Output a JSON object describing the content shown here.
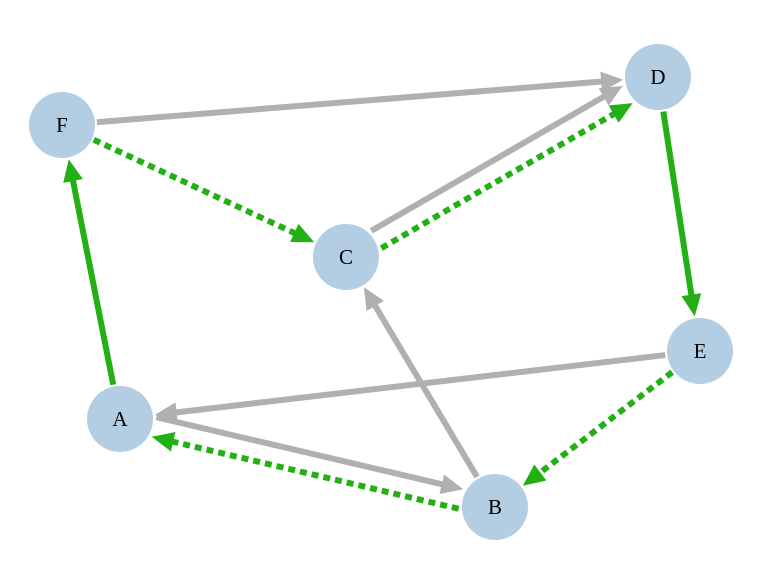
{
  "colors": {
    "node_fill": "#b3cde3",
    "edge_gray": "#b0b0b0",
    "edge_green": "#22b014"
  },
  "nodes": [
    {
      "id": "A",
      "label": "A"
    },
    {
      "id": "B",
      "label": "B"
    },
    {
      "id": "C",
      "label": "C"
    },
    {
      "id": "D",
      "label": "D"
    },
    {
      "id": "E",
      "label": "E"
    },
    {
      "id": "F",
      "label": "F"
    }
  ],
  "edges": [
    {
      "from": "F",
      "to": "D",
      "style": "solid",
      "color": "gray"
    },
    {
      "from": "C",
      "to": "D",
      "style": "solid",
      "color": "gray"
    },
    {
      "from": "E",
      "to": "A",
      "style": "solid",
      "color": "gray"
    },
    {
      "from": "A",
      "to": "B",
      "style": "solid",
      "color": "gray"
    },
    {
      "from": "B",
      "to": "C",
      "style": "solid",
      "color": "gray"
    },
    {
      "from": "A",
      "to": "F",
      "style": "solid",
      "color": "green"
    },
    {
      "from": "D",
      "to": "E",
      "style": "solid",
      "color": "green"
    },
    {
      "from": "F",
      "to": "C",
      "style": "dashed",
      "color": "green"
    },
    {
      "from": "C",
      "to": "D",
      "style": "dashed",
      "color": "green"
    },
    {
      "from": "E",
      "to": "B",
      "style": "dashed",
      "color": "green"
    },
    {
      "from": "B",
      "to": "A",
      "style": "dashed",
      "color": "green"
    }
  ]
}
